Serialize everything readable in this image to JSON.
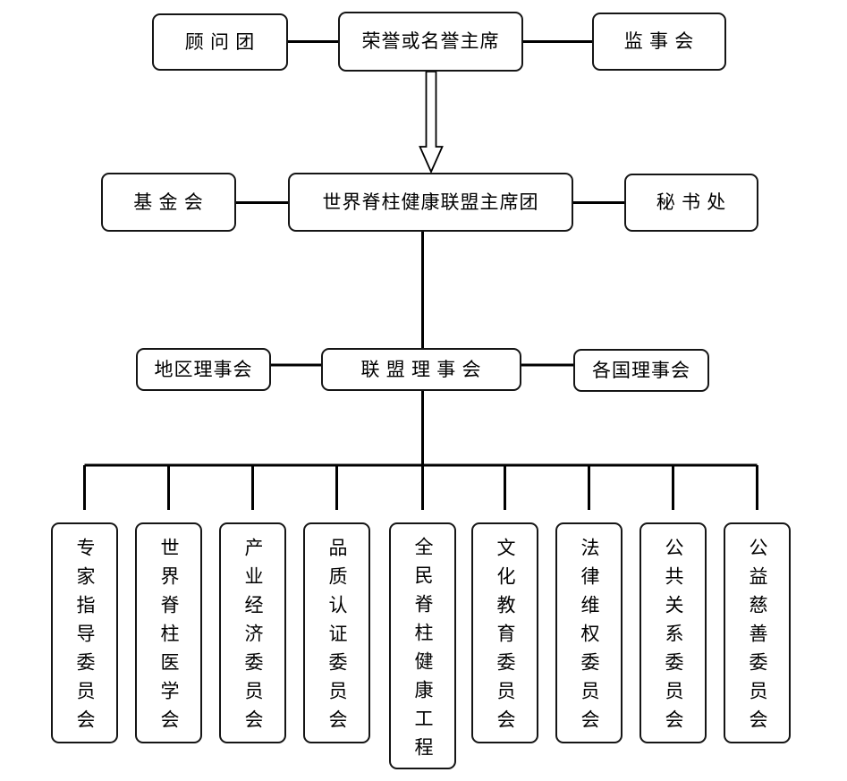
{
  "org": {
    "top_row": {
      "advisory": "顾 问 团",
      "honorary": "荣誉或名誉主席",
      "supervisory": "监 事 会"
    },
    "middle_row": {
      "foundation": "基 金 会",
      "presidium": "世界脊柱健康联盟主席团",
      "secretariat": "秘 书 处"
    },
    "council_row": {
      "regional": "地区理事会",
      "alliance": "联 盟 理 事 会",
      "national": "各国理事会"
    },
    "committees": [
      {
        "label": "专家指导委员会"
      },
      {
        "label": "世界脊柱医学会"
      },
      {
        "label": "产业经济委员会"
      },
      {
        "label": "品质认证委员会"
      },
      {
        "label": "全民脊柱健康工程"
      },
      {
        "label": "文化教育委员会"
      },
      {
        "label": "法律维权委员会"
      },
      {
        "label": "公共关系委员会"
      },
      {
        "label": "公益慈善委员会"
      }
    ]
  },
  "colors": {
    "background": "#ffffff",
    "line": "#000000",
    "box_border": "#151515",
    "text": "#000000"
  }
}
